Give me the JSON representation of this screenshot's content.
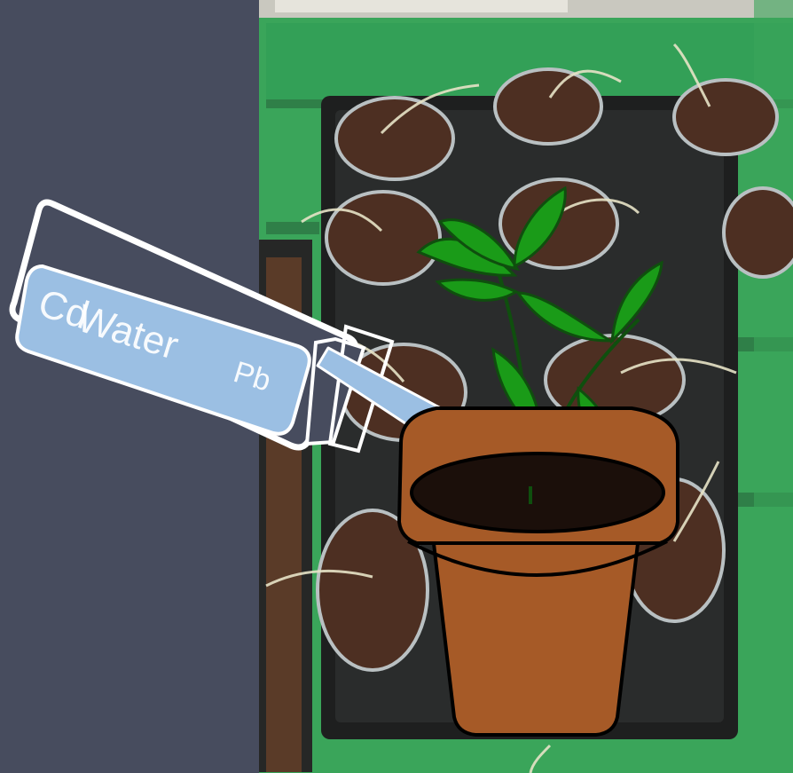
{
  "labels": {
    "overlap_a": "Cd",
    "overlap_b": "Water",
    "overlap_c": "Pb"
  },
  "icons": {
    "bottle": "spray-bottle-icon",
    "arrow": "arrow-icon",
    "pot": "flower-pot-icon",
    "plant": "seedling-icon"
  },
  "colors": {
    "sidebar": "#474c5e",
    "bottle_fill": "#9bbfe3",
    "arrow_fill": "#9bbfe3",
    "pot_fill": "#a65a27",
    "pot_soil": "#1b0f0a",
    "leaf_fill": "#1a9b18",
    "bench_green": "#3aa55a",
    "tray_black": "#1e1f1f"
  }
}
